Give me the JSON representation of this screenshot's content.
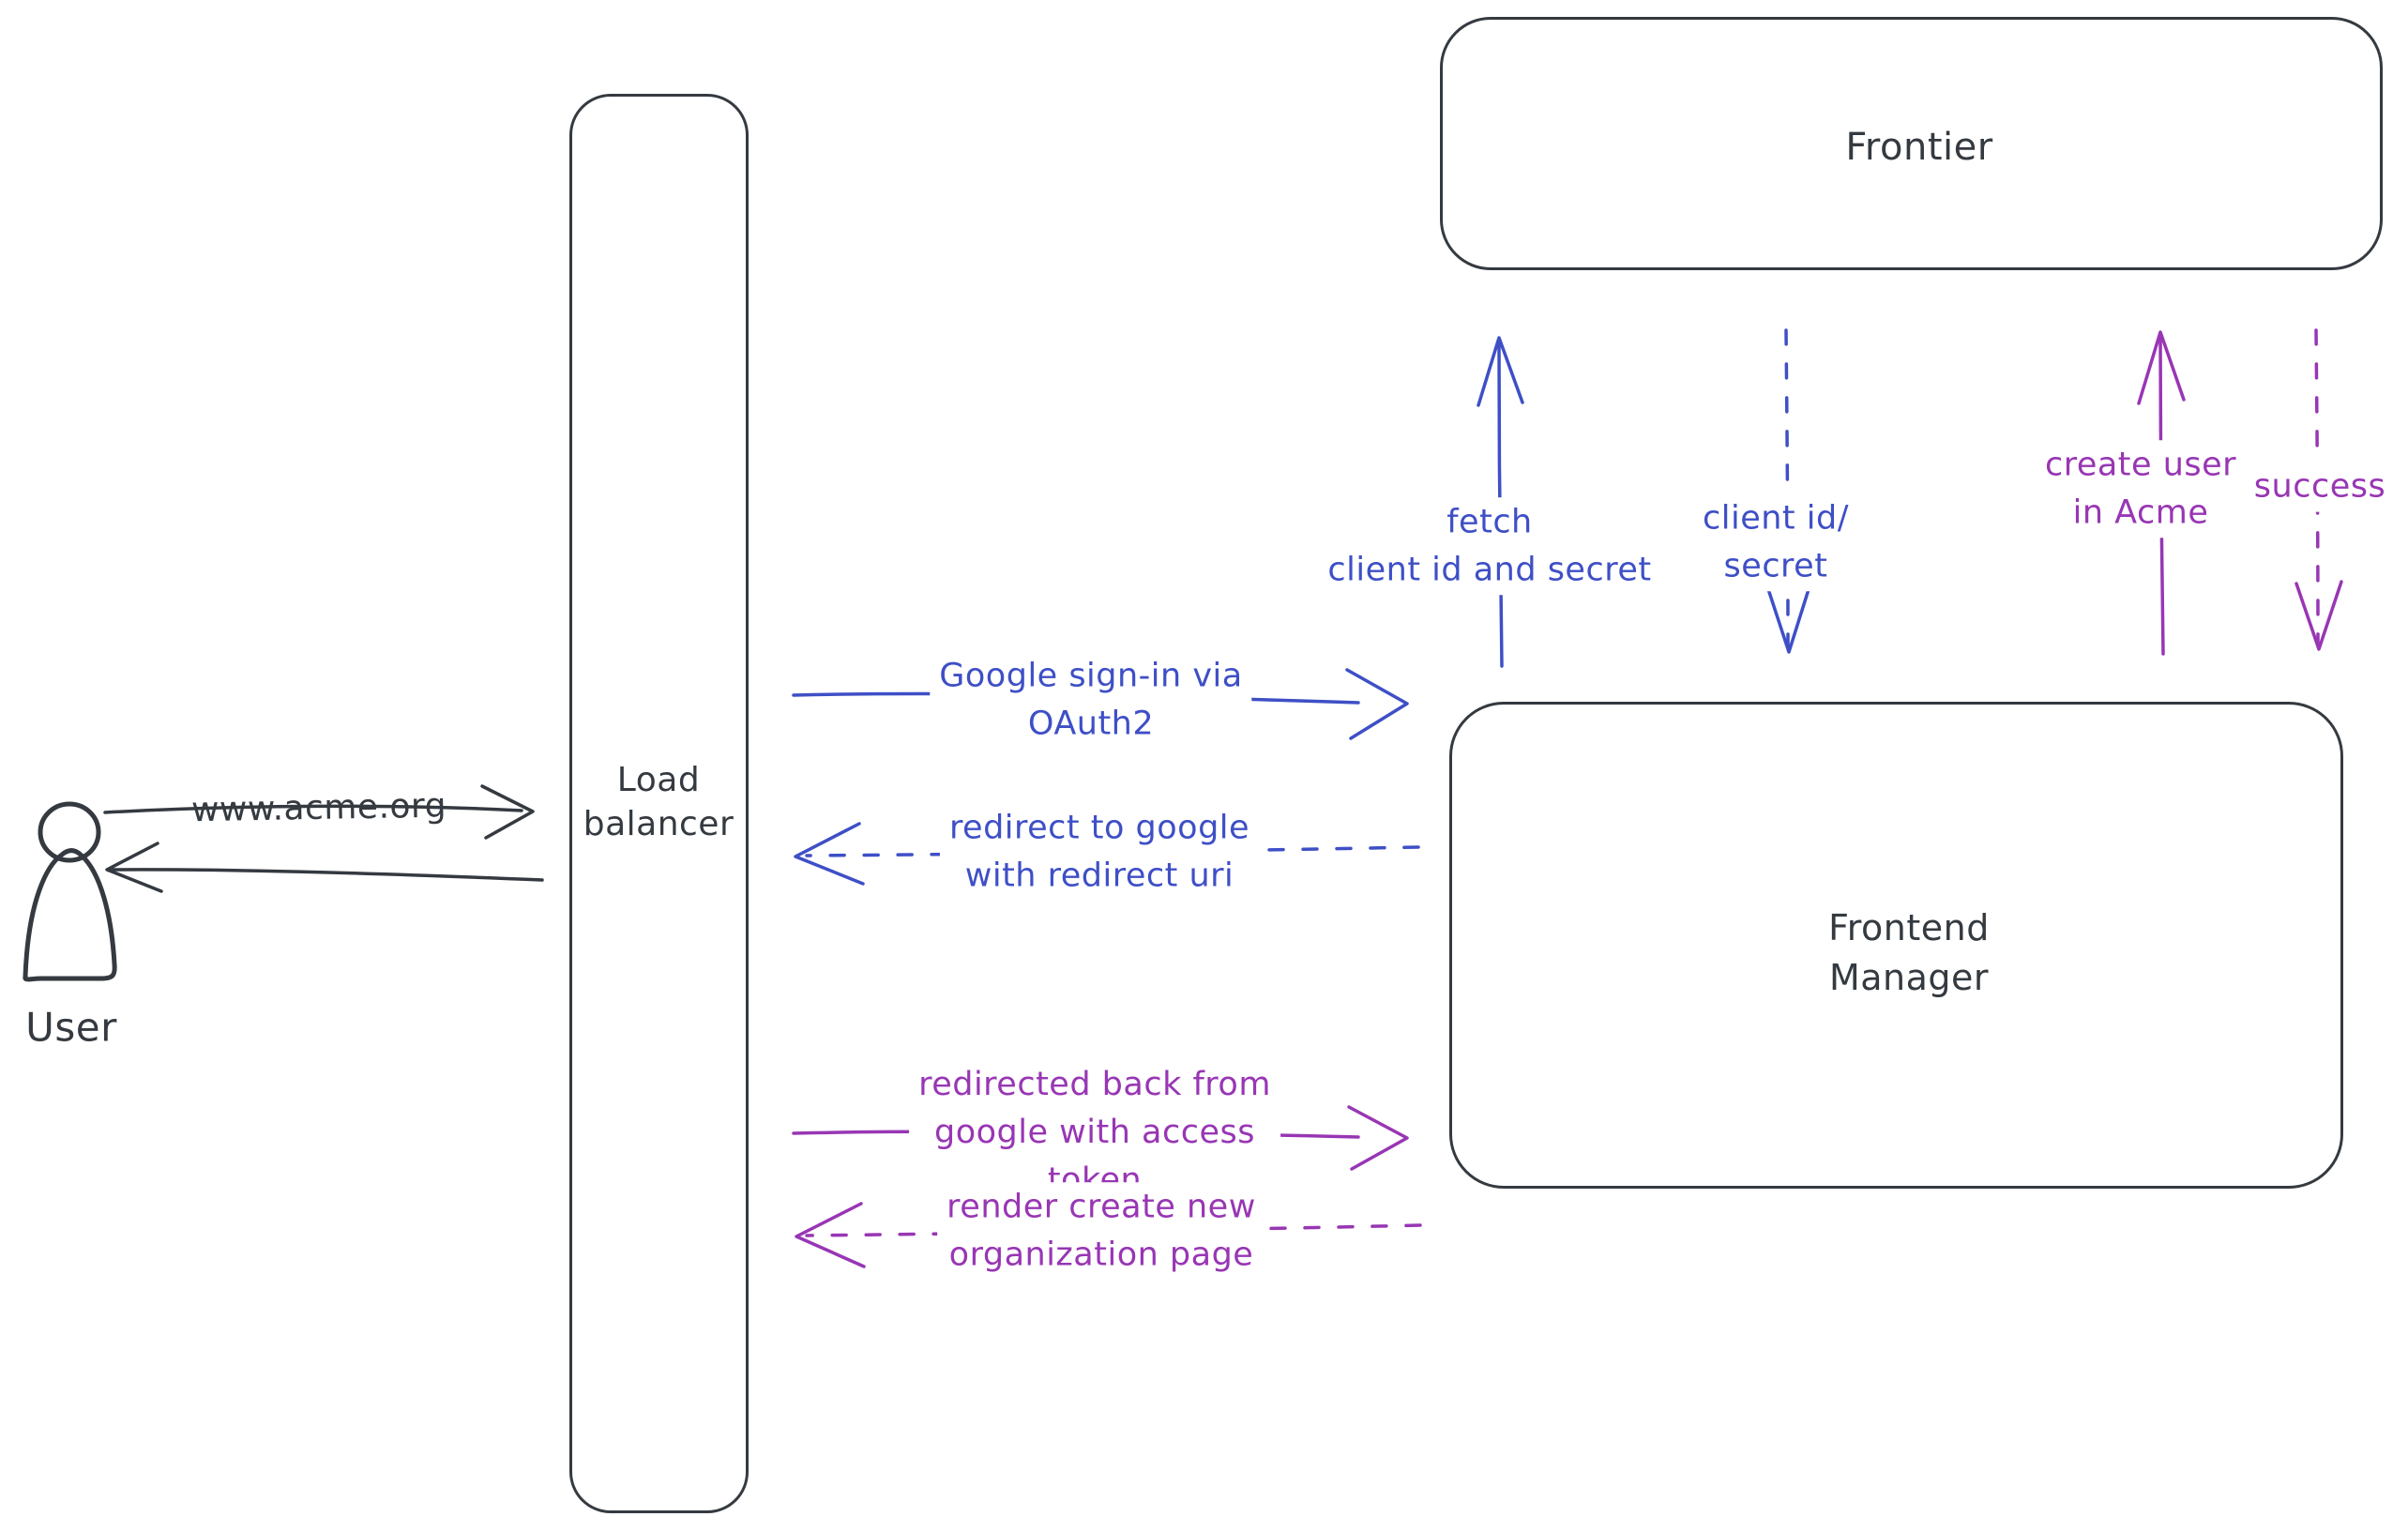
{
  "colors": {
    "ink": "#343a40",
    "blue": "#3e4fc6",
    "purple": "#9836b4",
    "bg": "#ffffff"
  },
  "nodes": {
    "user": {
      "label": "User",
      "type": "actor"
    },
    "load_balancer": {
      "label": "Load\nbalancer",
      "type": "box"
    },
    "frontier": {
      "label": "Frontier",
      "type": "box"
    },
    "frontend_manager": {
      "label": "Frontend\nManager",
      "type": "box"
    }
  },
  "edges": {
    "www_acme": {
      "from": "user",
      "to": "load_balancer",
      "style": "solid",
      "color": "ink",
      "label": "www.acme.org"
    },
    "lb_to_user": {
      "from": "load_balancer",
      "to": "user",
      "style": "solid",
      "color": "ink",
      "label": ""
    },
    "google_signin": {
      "from": "load_balancer",
      "to": "frontend_manager",
      "style": "solid",
      "color": "blue",
      "label": "Google sign-in via\nOAuth2"
    },
    "redirect_to_google": {
      "from": "frontend_manager",
      "to": "load_balancer",
      "style": "dashed",
      "color": "blue",
      "label": "redirect to google\nwith redirect uri"
    },
    "fetch_client_id": {
      "from": "frontend_manager",
      "to": "frontier",
      "style": "solid",
      "color": "blue",
      "label": "fetch\nclient id and secret"
    },
    "client_id_secret": {
      "from": "frontier",
      "to": "frontend_manager",
      "style": "dashed",
      "color": "blue",
      "label": "client id/\nsecret"
    },
    "create_user": {
      "from": "frontend_manager",
      "to": "frontier",
      "style": "solid",
      "color": "purple",
      "label": "create user\nin Acme"
    },
    "success": {
      "from": "frontier",
      "to": "frontend_manager",
      "style": "dashed",
      "color": "purple",
      "label": "success"
    },
    "redirected_back": {
      "from": "load_balancer",
      "to": "frontend_manager",
      "style": "solid",
      "color": "purple",
      "label": "redirected back from\ngoogle with access\ntoken"
    },
    "render_org_page": {
      "from": "frontend_manager",
      "to": "load_balancer",
      "style": "dashed",
      "color": "purple",
      "label": "render create new\norganization page"
    }
  }
}
